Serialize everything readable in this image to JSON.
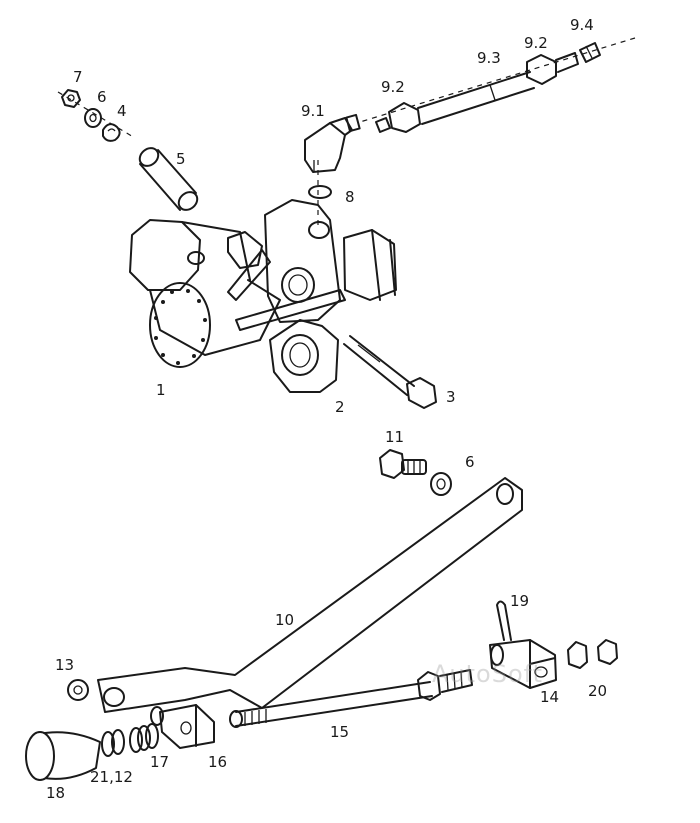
{
  "labels": {
    "l7": "7",
    "l6a": "6",
    "l4": "4",
    "l5": "5",
    "l91": "9.1",
    "l92a": "9.2",
    "l93": "9.3",
    "l92b": "9.2",
    "l94": "9.4",
    "l8": "8",
    "l1": "1",
    "l2": "2",
    "l3": "3",
    "l11": "11",
    "l6b": "6",
    "l10": "10",
    "l19": "19",
    "l13": "13",
    "l14": "14",
    "l20": "20",
    "l15": "15",
    "l16": "16",
    "l17": "17",
    "l2112": "21,12",
    "l18": "18"
  },
  "watermark": "AutoSoft"
}
